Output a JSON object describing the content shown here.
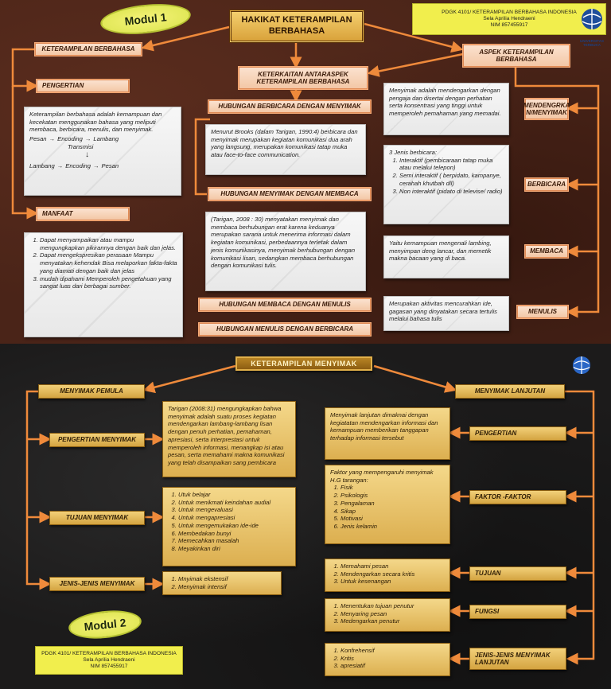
{
  "top": {
    "modul_label": "Modul 1",
    "title": "HAKIKAT KETERAMPILAN BERBAHASA",
    "identity": [
      "PDGK 4101/ KETERAMPILAN BERBAHASA INDONESIA",
      "Sela Aprilia Hendraeni",
      "NIM 857455917"
    ],
    "logo_caption": "UNIVERSITAS TERBUKA",
    "keterampilan_berbahasa": "KETERAMPILAN BERBAHASA",
    "keterkaitan": "KETERKAITAN ANTARASPEK KETERAMPILAN BERBAHASA",
    "aspek": "ASPEK KETERAMPILAN BERBAHASA",
    "pengertian_label": "PENGERTIAN",
    "pengertian_text": "Keterampilan berbahasa adalah kemampuan dan kecekatan menggunakan bahasa yang meliputi membaca, berbicara, menulis, dan menyimak.",
    "flow1": [
      "Pesan",
      "Encoding",
      "Lambang"
    ],
    "flow_transmisi": "Transmisi",
    "flow2": [
      "Lambang",
      "Encoding",
      "Pesan"
    ],
    "manfaat_label": "MANFAAT",
    "manfaat_items": [
      "Dapat menyampaikan atau mampu mengungkapkan pikirannya dengan baik dan jelas.",
      "Dapat mengekspresikan perasaan Mampu menyatakan kehendak Bisa melaporkan fakta-fakta yang diamati dengan baik dan jelas",
      "mudah dipahami Memperoleh pengetahuan yang sangat luas dari berbagai sumber."
    ],
    "hub1_label": "HUBUNGAN BERBICARA DENGAN MENYIMAK",
    "hub1_text": "Menurut Brooks (dalam Tarigan, 1990:4) berbicara dan menyimak merupakan kegiatan komunikasi dua arah yang langsung, merupakan komunikasi tatap muka atau face-to-face communication.",
    "hub2_label": "HUBUNGAN MENYIMAK DENGAN MEMBACA",
    "hub2_text": "(Tarigan, 2008 : 30) menyatakan menyimak dan membaca berhubungan erat karena keduanya merupakan sarana untuk menerima informasi dalam kegiatan komunikasi, perbedaannya terletak dalam jenis komunikasinya, menyimak berhubungan dengan komunikasi lisan, sedangkan membaca berhubungan dengan komunikasi tulis.",
    "hub3_label": "HUBUNGAN MEMBACA DENGAN MENULIS",
    "hub4_label": "HUBUNGAN MENULIS DENGAN BERBICARA",
    "menyimak_label": "MENDENGRKA N/MENYIMAK",
    "menyimak_text": "Menyimak adalah mendengarkan dengan pengaja dan disertai dengan perhatian serta konsentrasi yang tinggi untuk memperoleh pemahaman yang memadai.",
    "berbicara_label": "BERBICARA",
    "berbicara_title": "3 Jenis berbicara:",
    "berbicara_items": [
      "Interaktif (pembicaraan tatap muka atau melalui telepon)",
      "Semi interaktif ( berpidato, kampanye, cerahah khutbah dll)",
      "Non interaktif (pidato di televise/ radio)"
    ],
    "membaca_label": "MEMBACA",
    "membaca_text": "Yaitu kemampuan mengenali lambing, menyimpan deng lancar, dan memetik makna bacaan yang di baca.",
    "menulis_label": "MENULIS",
    "menulis_text": "Merupakan aktivitas mencurahkan ide, gagasan yang dinyatakan secara tertulis melalui bahasa tulis"
  },
  "bottom": {
    "title": "KETERAMPILAN MENYIMAK",
    "modul_label": "Modul 2",
    "identity": [
      "PDGK 4101/ KETERAMPILAN BERBAHASA INDONESIA",
      "Sela Aprilia Hendraeni",
      "NIM 857455917"
    ],
    "pemula_label": "MENYIMAK PEMULA",
    "lanjutan_label": "MENYIMAK LANJUTAN",
    "pengertian_menyimak_label": "PENGERTIAN MENYIMAK",
    "pengertian_menyimak_text": "Tarigan (2008:31) mengungkapkan bahwa menyimak adalah suatu proses kegiatan mendengarkan lambang-lambang lisan dengan penuh perhatian, pemahaman, apresiasi, serta interprestasi untuk memperoleh informasi, menangkap isi atau pesan, serta memahami makna komunikasi yang telah disampaikan sang pembicara",
    "tujuan_menyimak_label": "TUJUAN MENYIMAK",
    "tujuan_menyimak_items": [
      "Utuk belajar",
      "Untuk menikmati keindahan audial",
      "Untuk mengevaluasi",
      "Untuk mengapresiasi",
      "Untuk mengemukakan ide-ide",
      "Membedakan bunyi",
      "Memecahkan masalah",
      "Meyakinkan diri"
    ],
    "jenis_label": "JENIS-JENIS MENYIMAK",
    "jenis_items": [
      "Mnyimak ekstensif",
      "Menyimak intensif"
    ],
    "pengertian_label": "PENGERTIAN",
    "pengertian_text": "Menyimak lanjutan dimaknai dengan kegiatatan mendengarkan informasi dan kemampuan memberikan tanggapan terhadap informasi tersebut",
    "faktor_label": "FAKTOR -FAKTOR",
    "faktor_title": "Faktor yang mempengaruhi menyimak H.G tarangan:",
    "faktor_items": [
      "Fisik",
      "Psikologis",
      "Pengalaman",
      "Sikap",
      "Motivasi",
      "Jenis kelamin"
    ],
    "tujuan_label": "TUJUAN",
    "tujuan_items": [
      "Memahami pesan",
      "Mendengarkan secara kritis",
      "Untuk kesenangan"
    ],
    "fungsi_label": "FUNGSI",
    "fungsi_items": [
      "Menentukan tujuan penutur",
      "Menyaring pesan",
      "Medengarkan penutur"
    ],
    "jenis_lanjutan_label": "JENIS-JENIS MENYIMAK LANJUTAN",
    "jenis_lanjutan_items": [
      "Konfrehensif",
      "Kritis",
      "apresiatif"
    ]
  },
  "colors": {
    "connector": "#ef8a3b",
    "gold": "#d9a23b",
    "brown_bg": "#4a2418",
    "dark_bg": "#1c1b1b"
  }
}
